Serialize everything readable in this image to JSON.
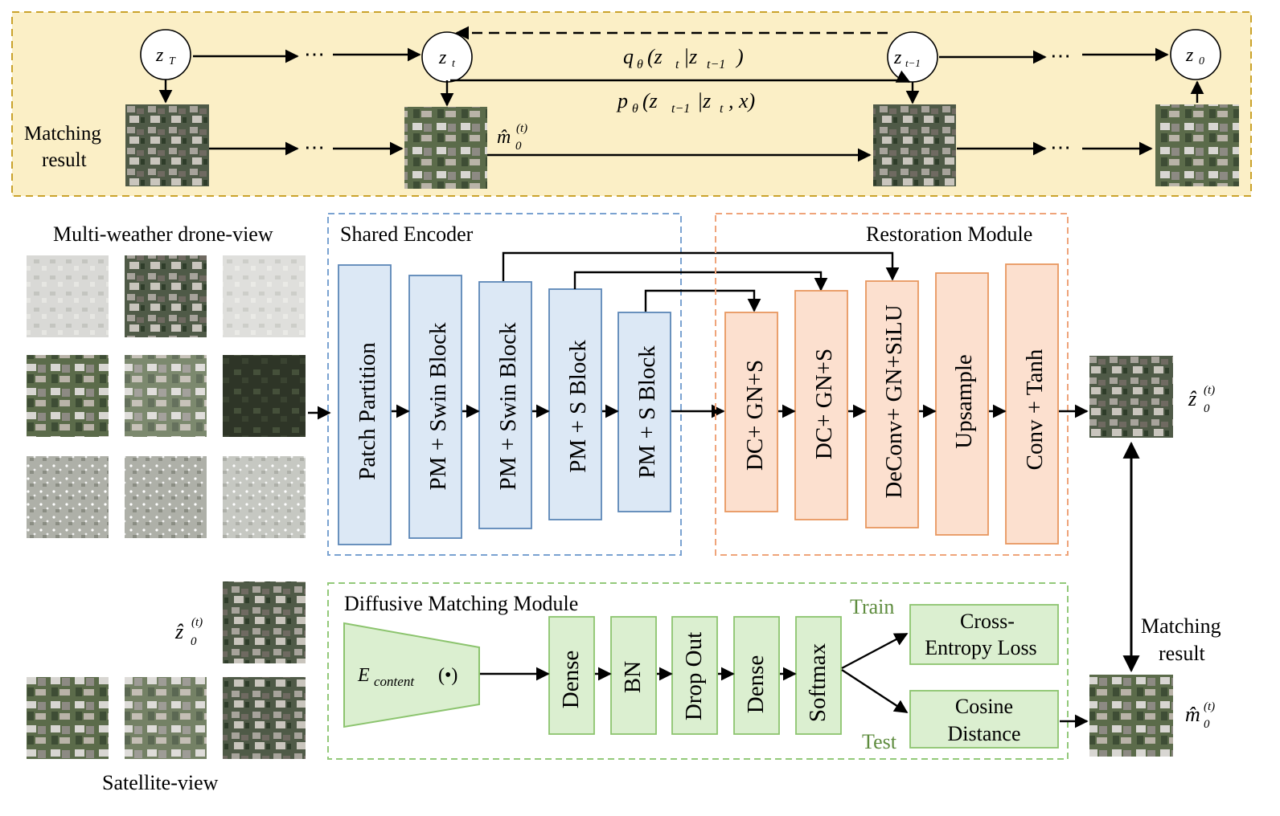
{
  "top": {
    "nodes": {
      "zT": {
        "main": "z",
        "sub": "T"
      },
      "zt": {
        "main": "z",
        "sub": "t"
      },
      "zt1": {
        "main": "z",
        "sub": "t−1"
      },
      "z0": {
        "main": "z",
        "sub": "0"
      }
    },
    "ellipsis": "⋯",
    "q_label": "q",
    "q_sub": "θ",
    "q_args": "(z",
    "q_args_sub": "t",
    "q_bar": "|z",
    "q_bar_sub": "t−1",
    "q_close": ")",
    "p_label": "p",
    "p_sub": "θ",
    "p_args": "(z",
    "p_args_sub": "t−1",
    "p_bar": "|z",
    "p_bar_sub": "t",
    "p_tail": ", x)",
    "matching_result": [
      "Matching",
      "result"
    ],
    "m_hat": "m̂",
    "m_hat_sub": "0",
    "m_hat_sup": "(t)"
  },
  "left": {
    "drone_title": "Multi-weather drone-view",
    "satellite_title": "Satellite-view",
    "z_hat": "ẑ",
    "z_hat_sub": "0",
    "z_hat_sup": "(t)"
  },
  "encoder": {
    "title": "Shared Encoder",
    "blocks": [
      "Patch Partition",
      "PM + Swin Block",
      "PM + Swin Block",
      "PM + S Block",
      "PM + S Block"
    ]
  },
  "restoration": {
    "title": "Restoration Module",
    "blocks": [
      "DC+ GN+S",
      "DC+ GN+S",
      "DeConv+ GN+SiLU",
      "Upsample",
      "Conv + Tanh"
    ]
  },
  "matching": {
    "title": "Diffusive Matching Module",
    "encoder_label": "E",
    "encoder_sub": "content",
    "encoder_arg": "(•)",
    "blocks": [
      "Dense",
      "BN",
      "Drop Out",
      "Dense",
      "Softmax"
    ],
    "train": "Train",
    "test": "Test",
    "loss": [
      "Cross-",
      "Entropy Loss"
    ],
    "distance": [
      "Cosine",
      "Distance"
    ]
  },
  "right": {
    "z_hat": "ẑ",
    "z_hat_sub": "0",
    "z_hat_sup": "(t)",
    "matching_result": [
      "Matching",
      "result"
    ],
    "m_hat": "m̂",
    "m_hat_sub": "0",
    "m_hat_sup": "(t)"
  },
  "colors": {
    "top_bg": "#fbefc6",
    "top_border": "#caa32c",
    "enc_fill": "#dce8f5",
    "enc_stroke": "#5b86b7",
    "enc_border": "#7aa2d1",
    "res_fill": "#fce0cf",
    "res_stroke": "#e8975f",
    "res_border": "#efa47a",
    "dm_fill": "#dbefd0",
    "dm_stroke": "#8cc46e",
    "dm_border": "#93c97a",
    "train_color": "#5e8c3e"
  }
}
